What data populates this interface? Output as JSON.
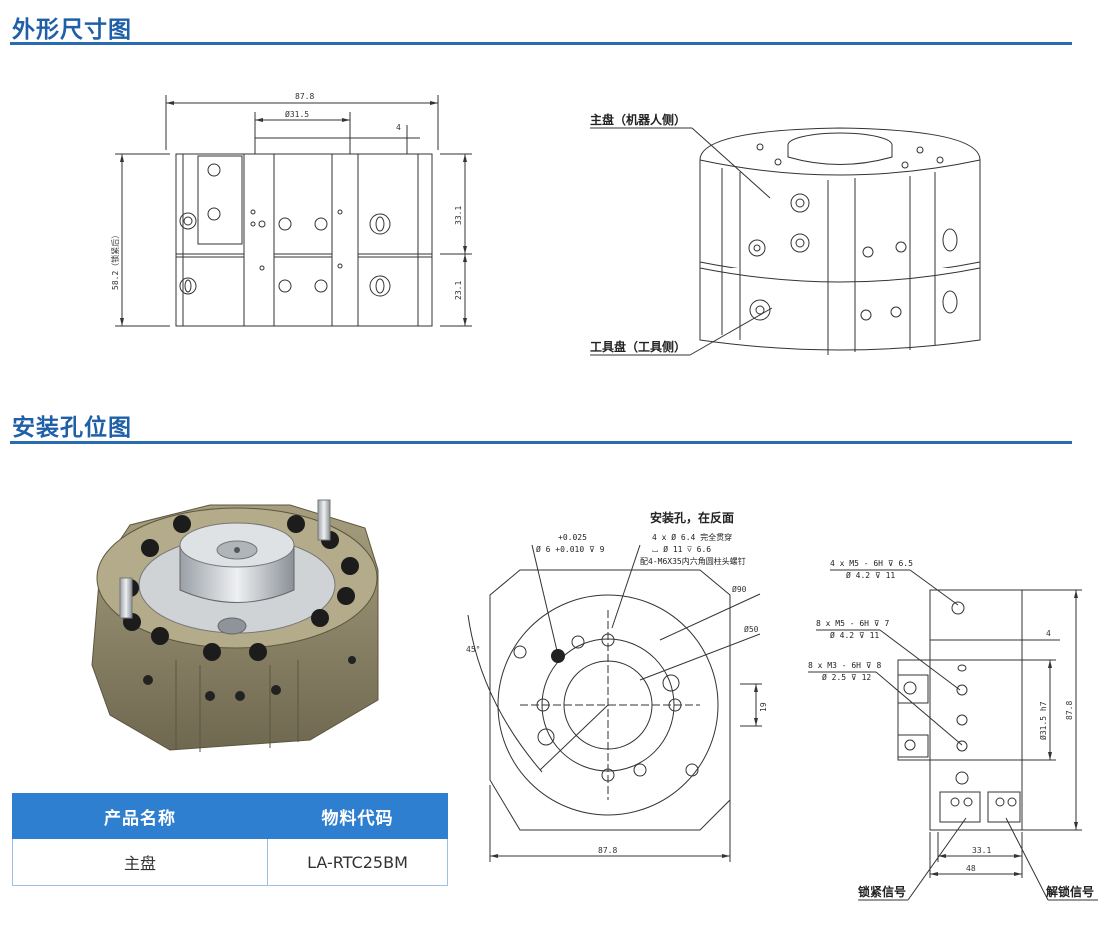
{
  "sections": {
    "dimensions_title": "外形尺寸图",
    "mounting_title": "安装孔位图"
  },
  "front_view": {
    "dim_width": "87.8",
    "dim_bore": "Ø31.5",
    "dim_step": "4",
    "dim_height": "58.2（锁紧后）",
    "dim_upper": "33.1",
    "dim_lower": "23.1"
  },
  "iso_view": {
    "master_label": "主盘（机器人侧）",
    "tool_label": "工具盘（工具侧）"
  },
  "mount_view": {
    "title": "安装孔，在反面",
    "tol_pin": "+0.025\nØ 6 +0.010 ⊽ 9",
    "tol_pin_top": "+0.025",
    "tol_pin_main": "Ø 6 +0.010 ⊽ 9",
    "holes_line1": "4 x Ø 6.4 完全贯穿",
    "holes_line2": "⌴ Ø 11 ⊽ 6.6",
    "holes_line3": "配4-M6X35内六角圆柱头螺钉",
    "dim_d90": "Ø90",
    "dim_d50": "Ø50",
    "dim_angle": "45°",
    "dim_19": "19",
    "dim_width": "87.8"
  },
  "side_view": {
    "callout1_a": "4 x  M5 - 6H ⊽ 6.5",
    "callout1_b": "Ø 4.2 ⊽ 11",
    "callout2_a": "8 x  M5 - 6H ⊽ 7",
    "callout2_b": "Ø 4.2 ⊽ 11",
    "callout3_a": "8 x  M3 - 6H ⊽ 8",
    "callout3_b": "Ø 2.5 ⊽ 12",
    "dim_4": "4",
    "dim_bore": "Ø31.5 h7",
    "dim_height": "87.8",
    "dim_331": "33.1",
    "dim_48": "48",
    "lock_signal": "锁紧信号",
    "unlock_signal": "解锁信号"
  },
  "product_table": {
    "headers": [
      "产品名称",
      "物料代码"
    ],
    "rows": [
      [
        "主盘",
        "LA-RTC25BM"
      ]
    ]
  },
  "colors": {
    "title_blue": "#1f5fa8",
    "rule_blue": "#2a6cb0",
    "table_header": "#2f7fd0",
    "body_khaki": "#8c8466"
  }
}
